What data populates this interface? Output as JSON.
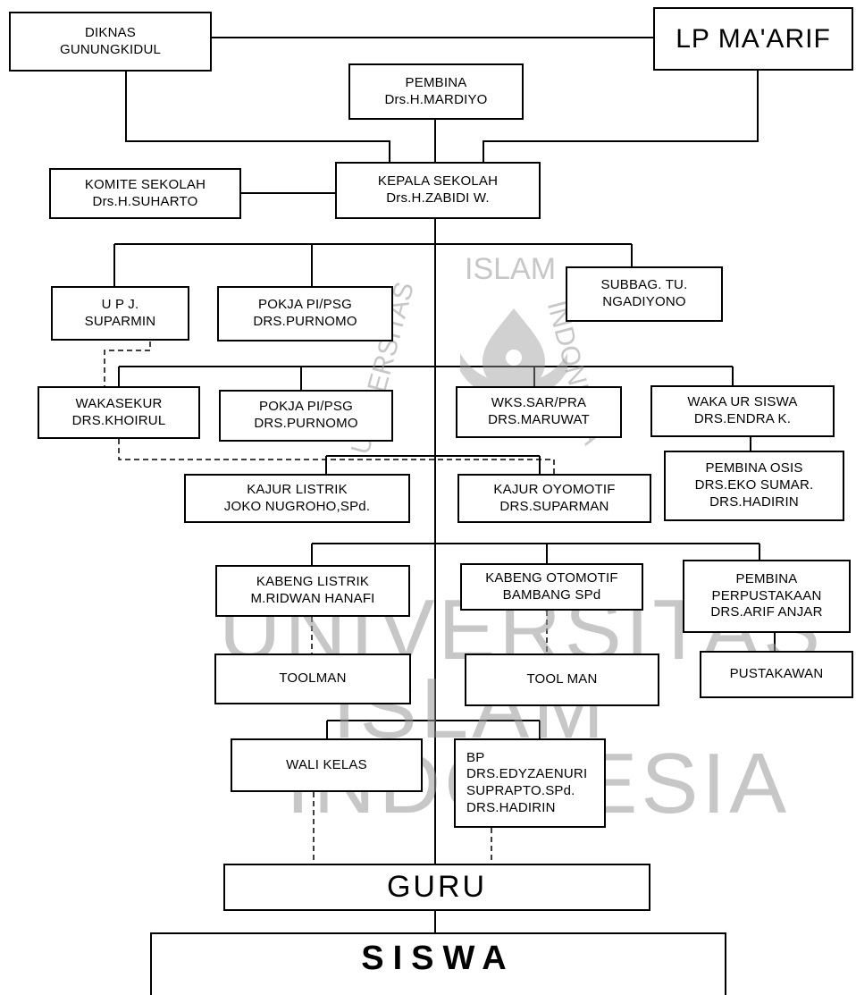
{
  "watermark": {
    "line1": "UNIVERSITAS",
    "line2": "ISLAM",
    "line3": "INDONESIA",
    "seal_top": "ISLAM",
    "seal_left": "UNIVERSITAS",
    "seal_right": "INDONESIA"
  },
  "nodes": {
    "diknas": [
      "DIKNAS",
      "GUNUNGKIDUL"
    ],
    "lp_maarif": [
      "LP MA'ARIF"
    ],
    "pembina": [
      "PEMBINA",
      "Drs.H.MARDIYO"
    ],
    "komite": [
      "KOMITE SEKOLAH",
      "Drs.H.SUHARTO"
    ],
    "kepala": [
      "KEPALA SEKOLAH",
      "Drs.H.ZABIDI W."
    ],
    "upj": [
      "U P J.",
      "SUPARMIN"
    ],
    "pokja1": [
      "POKJA PI/PSG",
      "DRS.PURNOMO"
    ],
    "subbag": [
      "SUBBAG. TU.",
      "NGADIYONO"
    ],
    "wakasekur": [
      "WAKASEKUR",
      "DRS.KHOIRUL"
    ],
    "pokja2": [
      "POKJA PI/PSG",
      "DRS.PURNOMO"
    ],
    "wks_sar": [
      "WKS.SAR/PRA",
      "DRS.MARUWAT"
    ],
    "waka_siswa": [
      "WAKA UR SISWA",
      "DRS.ENDRA K."
    ],
    "pembina_osis": [
      "PEMBINA OSIS",
      "DRS.EKO SUMAR.",
      "DRS.HADIRIN"
    ],
    "kajur_listrik": [
      "KAJUR LISTRIK",
      "JOKO NUGROHO,SPd."
    ],
    "kajur_otomotif": [
      "KAJUR OYOMOTIF",
      "DRS.SUPARMAN"
    ],
    "kabeng_listrik": [
      "KABENG LISTRIK",
      "M.RIDWAN HANAFI"
    ],
    "kabeng_otomotif": [
      "KABENG OTOMOTIF",
      "BAMBANG SPd"
    ],
    "pembina_perpus": [
      "PEMBINA",
      "PERPUSTAKAAN",
      "DRS.ARIF ANJAR"
    ],
    "toolman1": [
      "TOOLMAN"
    ],
    "toolman2": [
      "TOOL MAN"
    ],
    "pustakawan": [
      "PUSTAKAWAN"
    ],
    "wali_kelas": [
      "WALI KELAS"
    ],
    "bp": [
      "BP",
      "DRS.EDYZAENURI",
      "SUPRAPTO.SPd.",
      "DRS.HADIRIN"
    ],
    "guru": [
      "GURU"
    ],
    "siswa": [
      "SISWA"
    ]
  }
}
